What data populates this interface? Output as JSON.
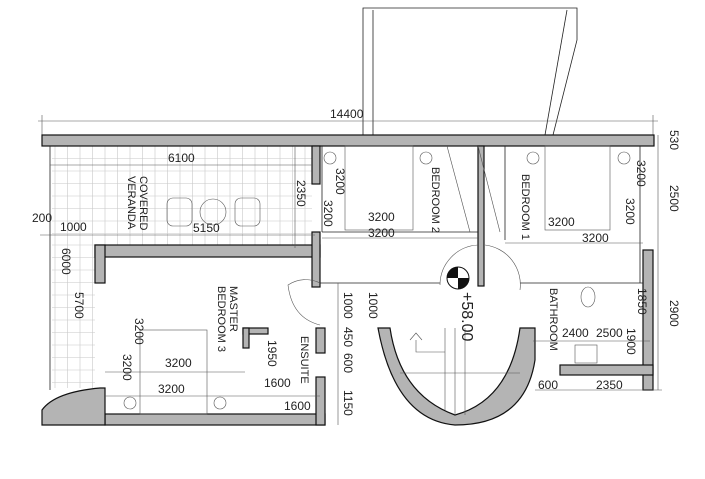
{
  "rooms": {
    "veranda": [
      "COVERED",
      "VERANDA"
    ],
    "bedroom1": "BEDROOM 1",
    "bedroom2": "BEDROOM 2",
    "master": [
      "MASTER",
      "BEDROOM 3"
    ],
    "ensuite": "ENSUITE",
    "bathroom": "BATHROOM"
  },
  "level": "+58.00",
  "dimensions": {
    "overall_width": "14400",
    "veranda_width": "6100",
    "veranda_inner": "5150",
    "veranda_depth": "2350",
    "left_200": "200",
    "left_1000": "1000",
    "balcony_a": "5700",
    "balcony_b": "6000",
    "bed2_w1": "3200",
    "bed2_w2": "3200",
    "bed2_d1": "3200",
    "bed2_d2": "3200",
    "bed1_w1": "3200",
    "bed1_w2": "3200",
    "bed1_d1": "3200",
    "bed1_d2": "3200",
    "right_530": "530",
    "right_2500": "2500",
    "right_2900": "2900",
    "bath_w1": "2400",
    "bath_w2": "2500",
    "bath_d1": "1850",
    "bath_d2": "1900",
    "bottom_600": "600",
    "bottom_2350": "2350",
    "master_w1": "3200",
    "master_w2": "3200",
    "master_d1": "3200",
    "master_d2": "3200",
    "ensuite_1950": "1950",
    "ensuite_w1": "1600",
    "ensuite_w2": "1600",
    "hall_1000a": "1000",
    "hall_1000b": "1000",
    "hall_450": "450",
    "hall_600": "600",
    "hall_1150": "1150"
  }
}
